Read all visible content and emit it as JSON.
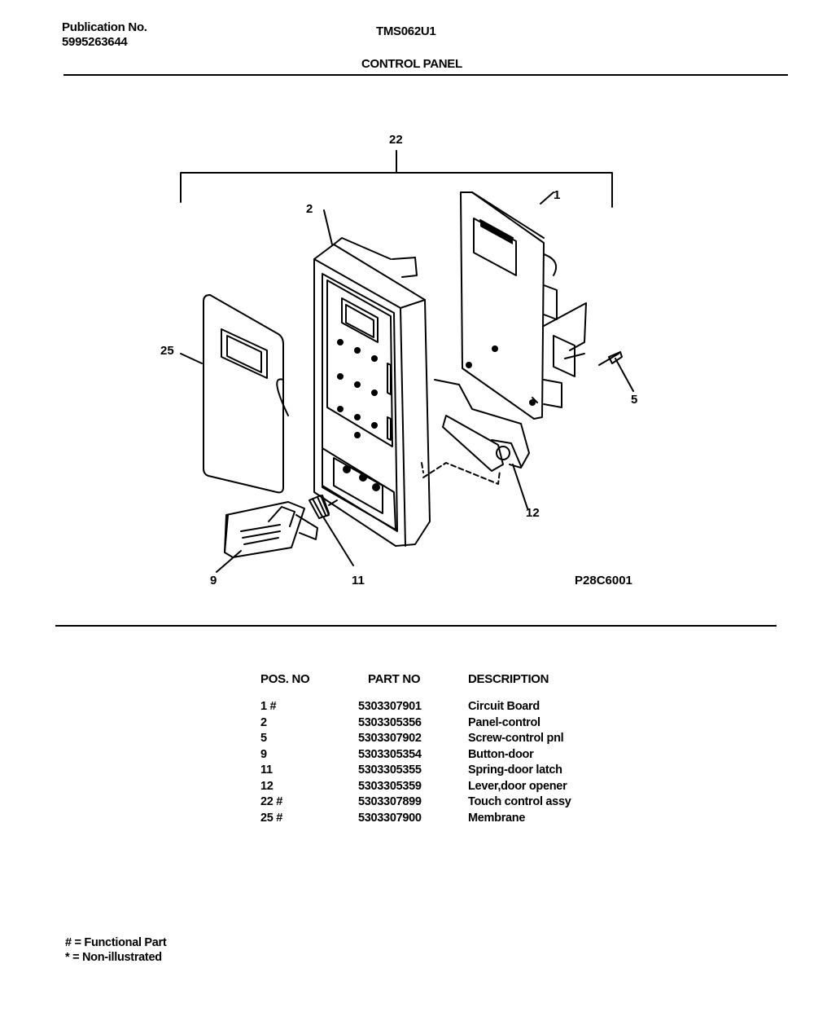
{
  "header": {
    "publication_label": "Publication No.",
    "publication_number": "5995263644",
    "model": "TMS062U1",
    "section_title": "CONTROL PANEL"
  },
  "diagram": {
    "callouts": {
      "c22": "22",
      "c1": "1",
      "c2": "2",
      "c25": "25",
      "c5": "5",
      "c12": "12",
      "c9": "9",
      "c11": "11"
    },
    "figure_code": "P28C6001"
  },
  "parts_table": {
    "headers": {
      "pos": "POS. NO",
      "part": "PART NO",
      "desc": "DESCRIPTION"
    },
    "rows": [
      {
        "pos": "1 #",
        "part": "5303307901",
        "desc": "Circuit Board"
      },
      {
        "pos": "2",
        "part": "5303305356",
        "desc": "Panel-control"
      },
      {
        "pos": "5",
        "part": "5303307902",
        "desc": "Screw-control pnl"
      },
      {
        "pos": "9",
        "part": "5303305354",
        "desc": "Button-door"
      },
      {
        "pos": "11",
        "part": "5303305355",
        "desc": "Spring-door latch"
      },
      {
        "pos": "12",
        "part": "5303305359",
        "desc": "Lever,door opener"
      },
      {
        "pos": "22 #",
        "part": "5303307899",
        "desc": "Touch control assy"
      },
      {
        "pos": "25 #",
        "part": "5303307900",
        "desc": "Membrane"
      }
    ]
  },
  "legend": {
    "functional": "# = Functional Part",
    "non_illustrated": "* = Non-illustrated"
  }
}
